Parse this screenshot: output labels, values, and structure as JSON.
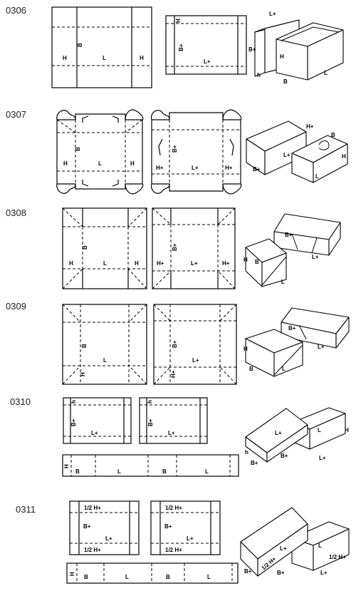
{
  "styles": [
    {
      "code": "0306",
      "flat_bottom": {
        "labels": [
          "B",
          "H",
          "L",
          "H"
        ]
      },
      "flat_lid": {
        "labels": [
          "H",
          "B+",
          "L+"
        ]
      },
      "box_3d": {
        "labels": [
          "L+",
          "B+",
          "H",
          "B",
          "L",
          "h"
        ]
      }
    },
    {
      "code": "0307",
      "flat_bottom": {
        "labels": [
          "B",
          "H",
          "L",
          "H"
        ]
      },
      "flat_lid": {
        "labels": [
          "B+",
          "H+",
          "L+",
          "H+"
        ]
      },
      "box_3d": {
        "labels": [
          "H+",
          "L+",
          "H",
          "B+",
          "B",
          "L"
        ]
      }
    },
    {
      "code": "0308",
      "flat_bottom": {
        "labels": [
          "B",
          "H",
          "L",
          "H"
        ]
      },
      "flat_lid": {
        "labels": [
          "B+",
          "H+",
          "L+",
          "H+"
        ]
      },
      "box_3d": {
        "labels": [
          "B+",
          "L+",
          "H",
          "B",
          "L"
        ]
      }
    },
    {
      "code": "0309",
      "flat_bottom": {
        "labels": [
          "B",
          "L",
          "H"
        ]
      },
      "flat_lid": {
        "labels": [
          "B+",
          "L+",
          "H+"
        ]
      },
      "box_3d": {
        "labels": [
          "B+",
          "L+",
          "H",
          "B",
          "L"
        ]
      }
    },
    {
      "code": "0310",
      "flat_lid_1": {
        "labels": [
          "B+",
          "L+",
          "h"
        ]
      },
      "flat_lid_2": {
        "labels": [
          "B+",
          "L+",
          "h"
        ]
      },
      "strip": {
        "labels": [
          "H",
          "B",
          "L",
          "B",
          "L"
        ]
      },
      "box_3d": {
        "labels": [
          "L+",
          "B+",
          "h",
          "B+",
          "L",
          "H",
          "L+"
        ]
      }
    },
    {
      "code": "0311",
      "flat_lid_1": {
        "labels": [
          "1/2 H+",
          "B+",
          "L+",
          "1/2 H+"
        ]
      },
      "flat_lid_2": {
        "labels": [
          "1/2 H+",
          "B+",
          "L+",
          "1/2 H+"
        ]
      },
      "strip": {
        "labels": [
          "H",
          "B",
          "L",
          "B",
          "L"
        ]
      },
      "box_3d": {
        "labels": [
          "L+",
          "1/2 H+",
          "B+",
          "B+",
          "L",
          "1/2 H+",
          "L+"
        ]
      }
    }
  ]
}
